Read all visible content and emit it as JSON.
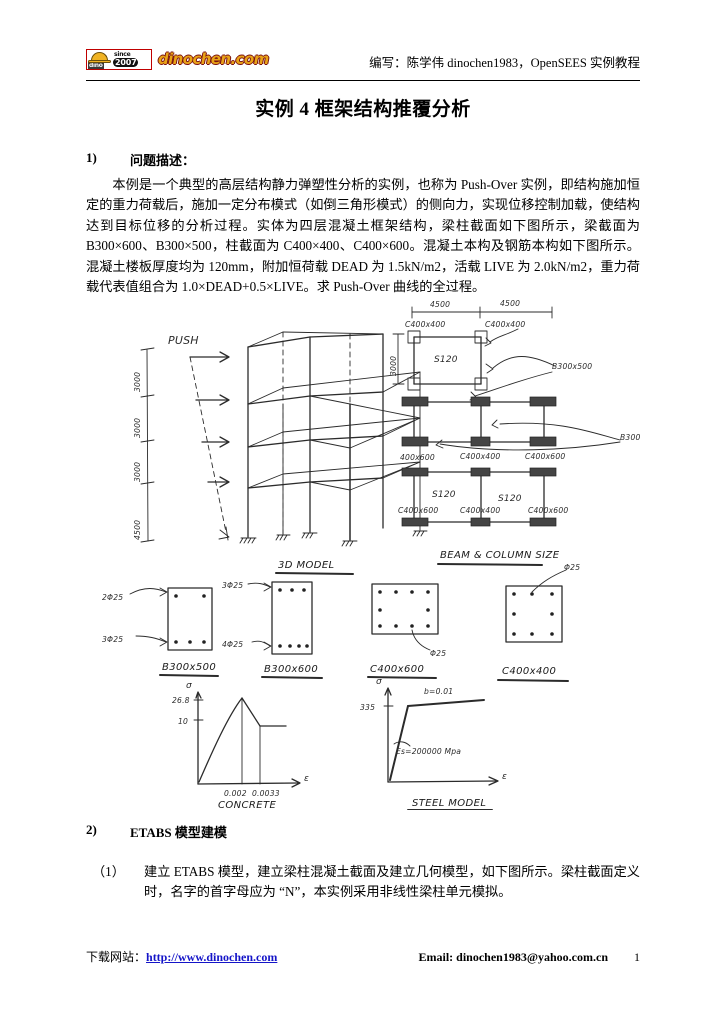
{
  "header": {
    "logo": {
      "badge_dino": "dino",
      "badge_since": "since",
      "badge_year": "2007",
      "wordmark": "dinochen.com",
      "brand_color": "#e8a317",
      "badge_border_color": "#c00000"
    },
    "byline": "编写：陈学伟 dinochen1983，OpenSEES 实例教程"
  },
  "title": "实例 4   框架结构推覆分析",
  "section1": {
    "number": "1)",
    "heading": "问题描述：",
    "paragraph": "本例是一个典型的高层结构静力弹塑性分析的实例，也称为 Push-Over 实例，即结构施加恒定的重力荷载后，施加一定分布模式（如倒三角形模式）的侧向力，实现位移控制加载，使结构达到目标位移的分析过程。实体为四层混凝土框架结构，梁柱截面如下图所示，梁截面为 B300×600、B300×500，柱截面为 C400×400、C400×600。混凝土本构及钢筋本构如下图所示。混凝土楼板厚度均为 120mm，附加恒荷载 DEAD 为 1.5kN/m2，活载 LIVE 为 2.0kN/m2，重力荷载代表值组合为 1.0×DEAD+0.5×LIVE。求 Push-Over 曲线的全过程。"
  },
  "section2": {
    "number": "2)",
    "heading": "ETABS 模型建模",
    "items": [
      {
        "number": "（1）",
        "text": "建立 ETABS 模型，建立梁柱混凝土截面及建立几何模型，如下图所示。梁柱截面定义时，名字的首字母应为 “N”，本实例采用非线性梁柱单元模拟。"
      }
    ]
  },
  "figure": {
    "frame_model": {
      "caption": "3D MODEL",
      "push_label": "PUSH",
      "story_heights": [
        "3000",
        "3000",
        "3000",
        "4500"
      ]
    },
    "plan_model": {
      "caption": "BEAM & COLUMN SIZE",
      "span_dims_top": [
        "4500",
        "4500"
      ],
      "span_dim_left": "3000",
      "slab_label": "S120",
      "labels": [
        "C400x400",
        "C400x400",
        "B300x500",
        "B300x600",
        "C400x600",
        "C400x400",
        "C400x600",
        "C400x600",
        "C400x400",
        "C400x600",
        "S120",
        "S120"
      ]
    },
    "sections": [
      {
        "caption": "B300x500",
        "top_rebar": "2Φ25",
        "bottom_rebar": "3Φ25"
      },
      {
        "caption": "B300x600",
        "top_rebar": "3Φ25",
        "bottom_rebar": "4Φ25"
      },
      {
        "caption": "C400x600",
        "rebar": "Φ25"
      },
      {
        "caption": "C400x400",
        "rebar": "Φ25"
      }
    ],
    "concrete_curve": {
      "caption": "CONCRETE",
      "y_label": "σ",
      "x_label": "ε",
      "y_ticks": [
        "26.8",
        "10"
      ],
      "x_ticks": [
        "0.002",
        "0.0033"
      ]
    },
    "steel_curve": {
      "caption": "STEEL MODEL",
      "y_label": "σ",
      "x_label": "ε",
      "y_ticks": [
        "335"
      ],
      "hardening": "b=0.01",
      "modulus": "Es=200000 Mpa"
    }
  },
  "footer": {
    "download_label": "下载网站：",
    "site": "http://www.dinochen.com",
    "email": "Email: dinochen1983@yahoo.com.cn",
    "page_number": "1"
  }
}
